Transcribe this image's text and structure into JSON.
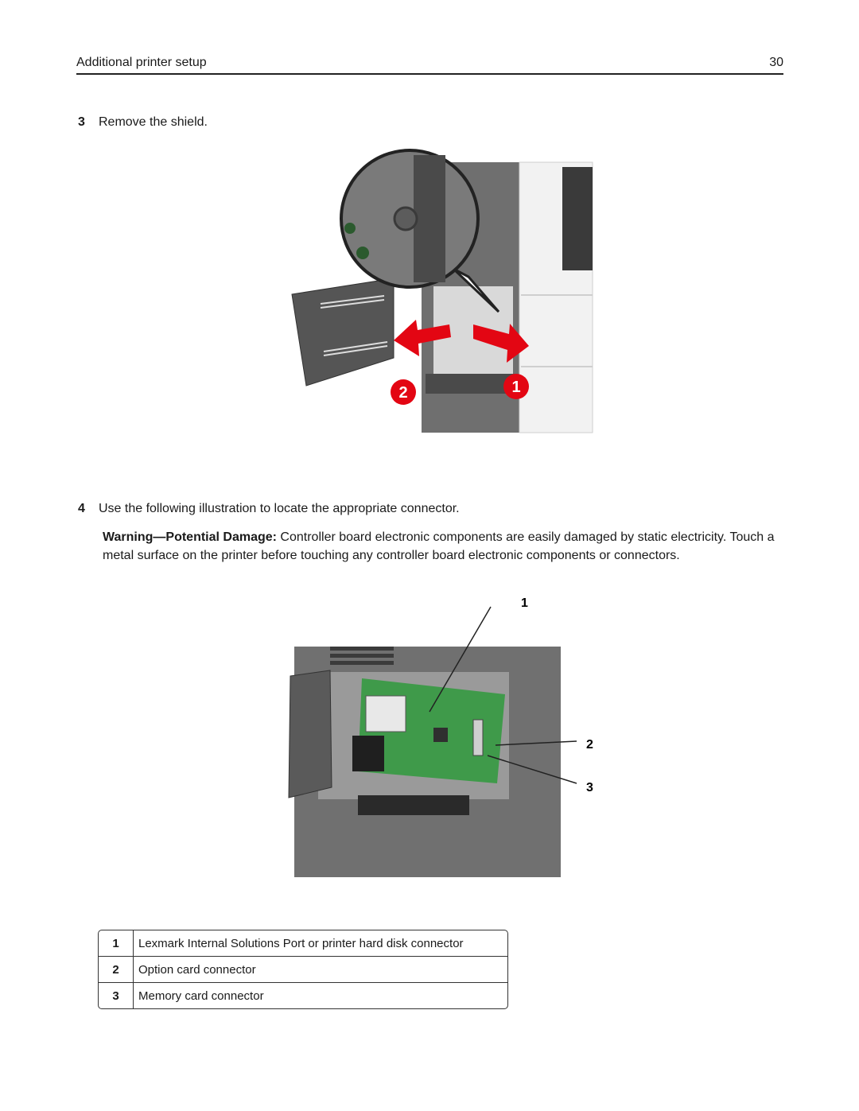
{
  "header": {
    "title": "Additional printer setup",
    "page_number": "30"
  },
  "steps": [
    {
      "number": "3",
      "text": "Remove the shield."
    },
    {
      "number": "4",
      "text": "Use the following illustration to locate the appropriate connector."
    }
  ],
  "warning": {
    "label": "Warning—Potential Damage:",
    "text": " Controller board electronic components are easily damaged by static electricity. Touch a metal surface on the printer before touching any controller board electronic components or connectors."
  },
  "figure1": {
    "callouts": [
      "1",
      "2"
    ],
    "colors": {
      "accent": "#e30613",
      "printer_gray": "#6f6f6f",
      "printer_white": "#f4f4f4"
    }
  },
  "figure2": {
    "callouts": [
      "1",
      "2",
      "3"
    ],
    "colors": {
      "board": "#3f9a4a",
      "panel": "#707070"
    }
  },
  "legend": [
    {
      "number": "1",
      "text": "Lexmark Internal Solutions Port or printer hard disk connector"
    },
    {
      "number": "2",
      "text": "Option card connector"
    },
    {
      "number": "3",
      "text": "Memory card connector"
    }
  ]
}
